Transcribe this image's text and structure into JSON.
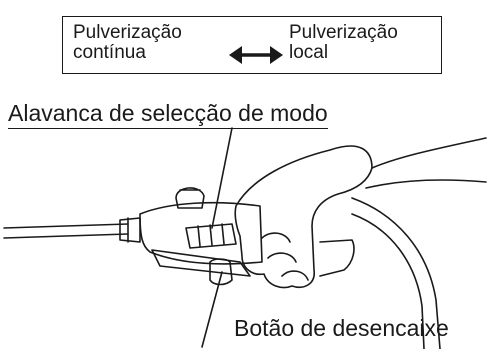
{
  "mode_box": {
    "left_line1": "Pulverização",
    "left_line2": "contínua",
    "right_line1": "Pulverização",
    "right_line2": "local",
    "arrow_icon": "double-arrow-icon"
  },
  "labels": {
    "mode_lever": "Alavanca de selecção de modo",
    "release_button": "Botão de desencaixe"
  }
}
